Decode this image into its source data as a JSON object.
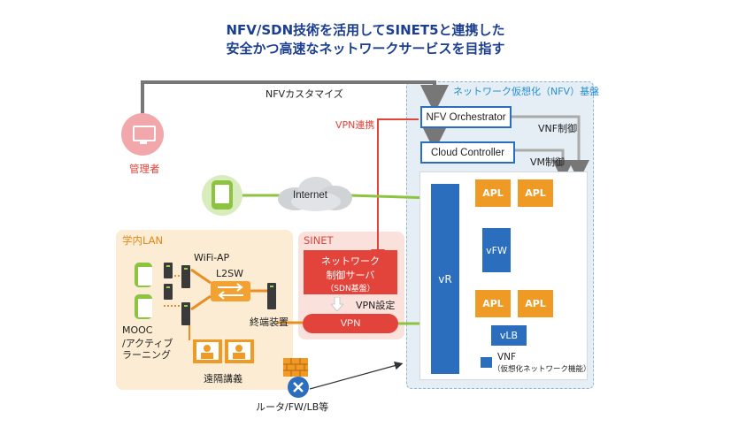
{
  "title": {
    "line1": "NFV/SDN技術を活用してSINET5と連携した",
    "line2": "安全かつ高速なネットワークサービスを目指す"
  },
  "labels": {
    "nfv_customize": "NFVカスタマイズ",
    "admin": "管理者",
    "vpn_link": "VPN連携",
    "vnf_control": "VNF制御",
    "vm_control": "VM制御",
    "internet": "Internet",
    "router_fw_lb": "ルータ/FW/LB等"
  },
  "nfv_platform": {
    "title": "ネットワーク仮想化（NFV）基盤",
    "orchestrator": "NFV Orchestrator",
    "cloud_controller": "Cloud Controller",
    "vr": "vR",
    "vfw": "vFW",
    "vlb": "vLB",
    "apl_label": "APL",
    "legend_title": "VNF",
    "legend_desc": "（仮想化ネットワーク機能）"
  },
  "campus": {
    "title": "学内LAN",
    "wifi_ap": "WiFi-AP",
    "l2sw": "L2SW",
    "terminal": "終端装置",
    "mooc_line1": "MOOC",
    "mooc_line2": "/アクティブ",
    "mooc_line3": "ラーニング",
    "remote_lecture": "遠隔講義"
  },
  "sinet": {
    "title": "SINET",
    "server_line1": "ネットワーク",
    "server_line2": "制御サーバ",
    "server_line3": "（SDN基盤）",
    "vpn_setting": "VPN設定",
    "vpn": "VPN"
  },
  "colors": {
    "title": "#1c3f8f",
    "vnf_blue": "#2a6ebd",
    "apl_orange": "#ef9a24",
    "green_link": "#8cc43f",
    "red_link": "#e2433a",
    "gray_link": "#777777",
    "campus_bg": "#fbecd3",
    "sinet_bg": "#fbe1dc",
    "nfv_bg": "#e4eef4",
    "admin_pink": "#f2a7ab"
  }
}
